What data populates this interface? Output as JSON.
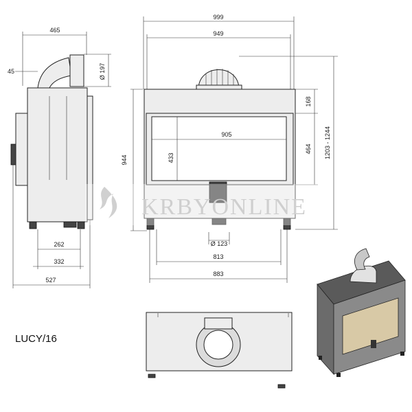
{
  "model_label": "LUCY/16",
  "watermark": "KRBYONLINE",
  "side_view": {
    "dims": {
      "depth_top": "465",
      "offset": "45",
      "flue_dia": "Ø 197",
      "leg_inner": "262",
      "leg_outer": "332",
      "depth_total": "527"
    }
  },
  "front_view": {
    "dims": {
      "width_total": "999",
      "width_body": "949",
      "glass_width": "905",
      "height_body": "944",
      "glass_height": "433",
      "top_gap": "168",
      "door_height": "464",
      "height_range": "1203 - 1244",
      "air_dia": "Ø 123",
      "leg_inner": "813",
      "leg_outer": "883"
    }
  },
  "colors": {
    "line": "#222222",
    "body_fill": "#ededed",
    "dark_part": "#444444",
    "watermark": "#cfcfcf"
  }
}
